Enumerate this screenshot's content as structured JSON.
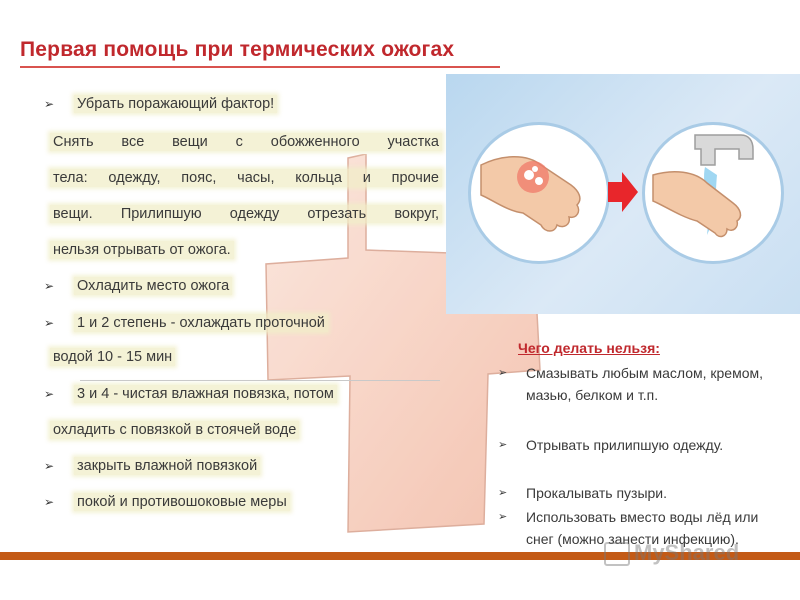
{
  "title": "Первая помощь при термических ожогах",
  "left_rows": [
    {
      "bullet": "➢",
      "text": "Убрать поражающий фактор!"
    },
    {
      "bullet": "",
      "text": "Снять все вещи с обожженного участка"
    },
    {
      "bullet": "",
      "text": "тела: одежду, пояс, часы, кольца и прочие"
    },
    {
      "bullet": "",
      "text": "вещи. Прилипшую одежду отрезать вокруг,"
    },
    {
      "bullet": "",
      "text": "нельзя отрывать от ожога."
    },
    {
      "bullet": "➢",
      "text": "Охладить место ожога"
    },
    {
      "bullet": "➢",
      "text": "1 и 2 степень - охлаждать проточной"
    },
    {
      "bullet": "",
      "text": "водой 10 - 15 мин"
    },
    {
      "bullet": "➢",
      "text": "3 и 4 - чистая влажная повязка, потом"
    },
    {
      "bullet": "",
      "text": "охладить с повязкой в стоячей воде"
    },
    {
      "bullet": "➢",
      "text": "закрыть влажной повязкой"
    },
    {
      "bullet": "➢",
      "text": "покой и противошоковые меры"
    }
  ],
  "right": {
    "title": "Чего делать нельзя:",
    "items": [
      {
        "bullet": "➢",
        "text": "Смазывать любым маслом, кремом, мазью, белком и т.п."
      },
      {
        "bullet": "➢",
        "text": "Отрывать прилипшую одежду."
      },
      {
        "bullet": "➢",
        "text": "Прокалывать пузыри."
      },
      {
        "bullet": "➢",
        "text": "Использовать вместо воды лёд или снег (можно занести инфекцию)."
      }
    ]
  },
  "watermark": "MyShared",
  "colors": {
    "title": "#c0282d",
    "bar": "#c35a16",
    "arrow": "#e8262b",
    "cross": "#f6c7b5"
  },
  "icons": {
    "left_hand": "burned-hand-icon",
    "right_hand": "hand-under-tap-icon",
    "arrow": "right-arrow-icon"
  }
}
